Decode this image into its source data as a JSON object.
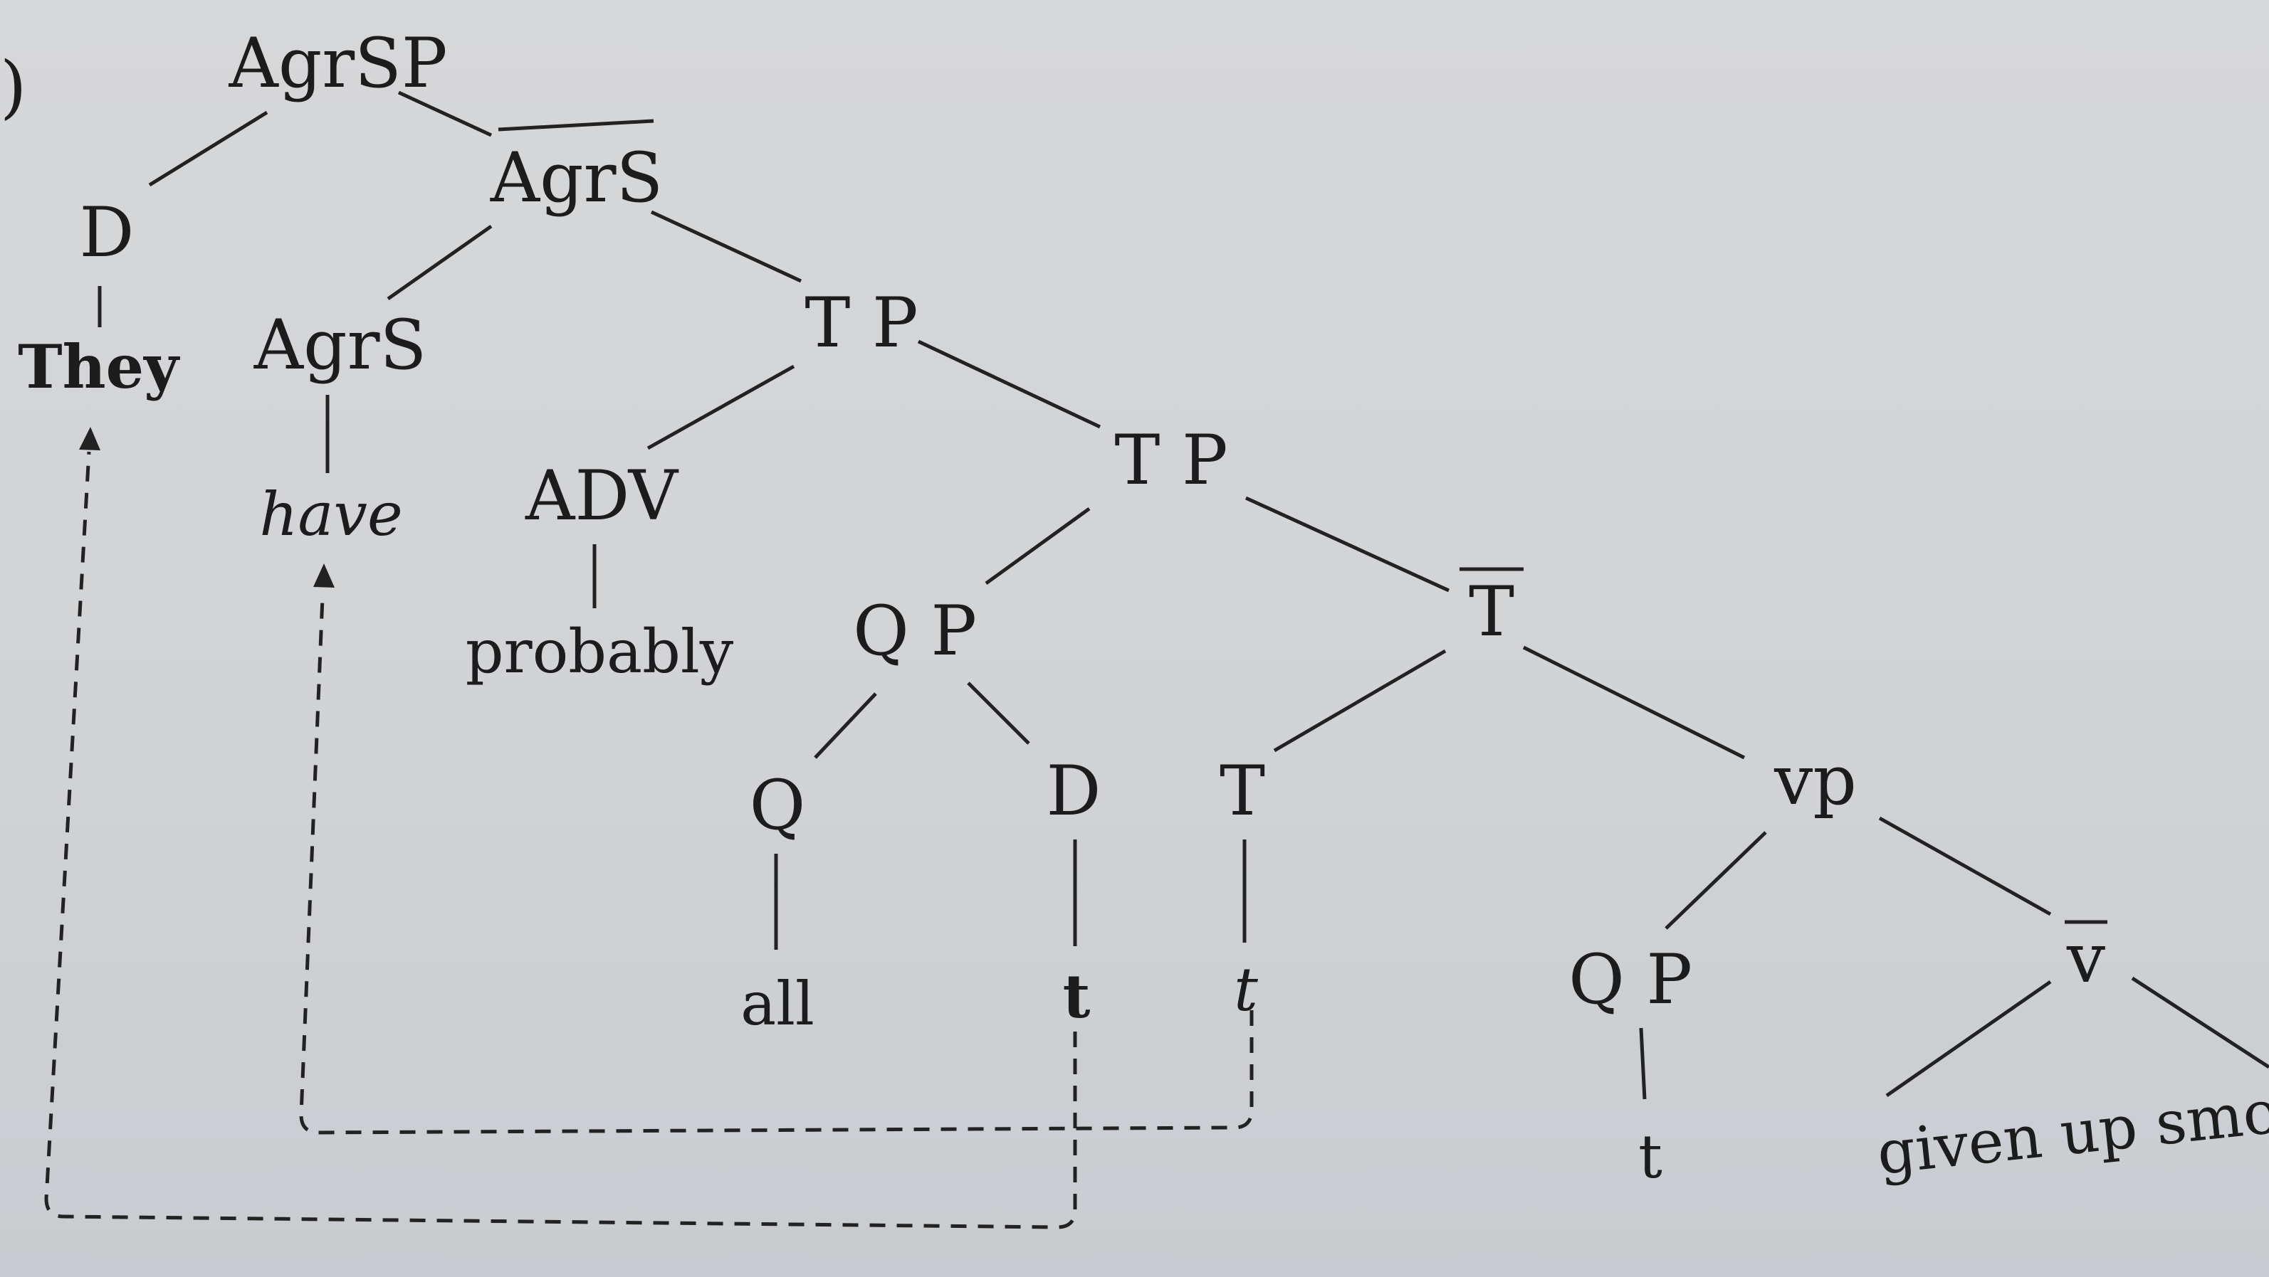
{
  "diagram": {
    "example_marker": ")",
    "nodes": {
      "agrsp": "AgrSP",
      "d_top": "D",
      "agrs_bar": "AgrS",
      "agrs_head": "AgrS",
      "tp_1": "T P",
      "adv": "ADV",
      "tp_2": "T P",
      "qp_1": "Q P",
      "t_bar": "T",
      "q": "Q",
      "d_low": "D",
      "t_head": "T",
      "vp": "vp",
      "qp_2": "Q P",
      "v_bar": "v"
    },
    "leaves": {
      "they": "They",
      "have": "have",
      "probably": "probably",
      "all": "all",
      "trace_d": "t",
      "trace_t": "t",
      "trace_qp": "t",
      "given_up": "given up smokin"
    }
  }
}
